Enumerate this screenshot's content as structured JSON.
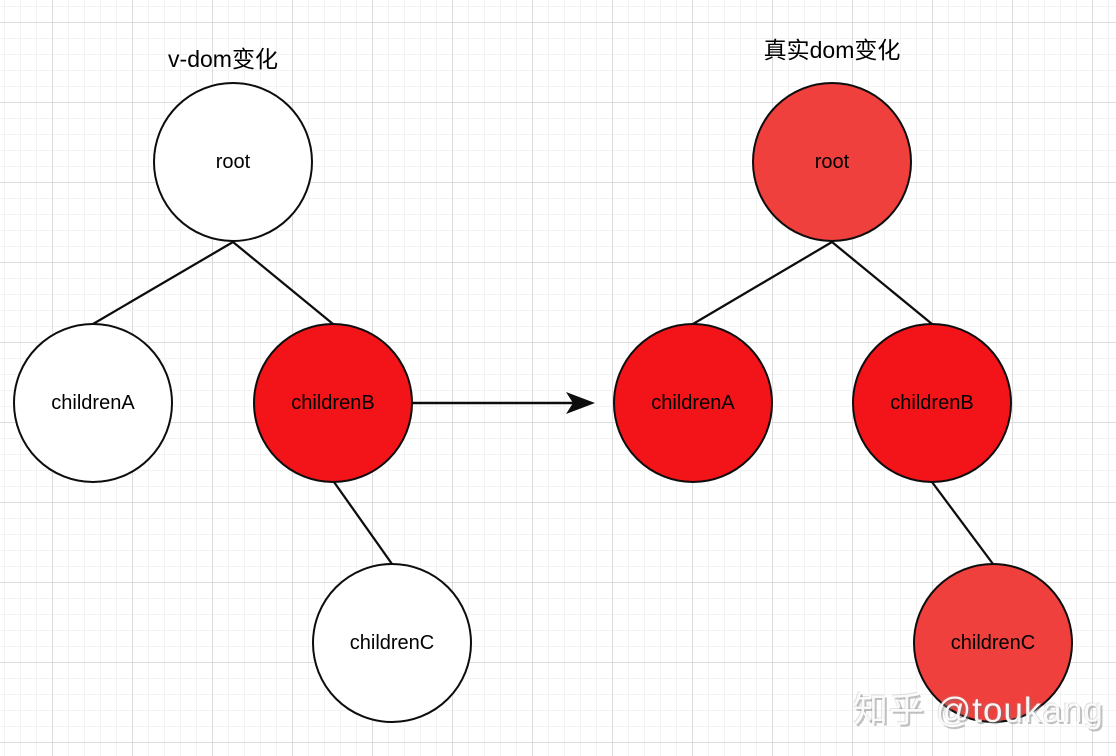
{
  "diagram": {
    "left_tree": {
      "title": "v-dom变化",
      "nodes": {
        "root": {
          "label": "root",
          "state": "unchanged"
        },
        "childrenA": {
          "label": "childrenA",
          "state": "unchanged"
        },
        "childrenB": {
          "label": "childrenB",
          "state": "changed"
        },
        "childrenC": {
          "label": "childrenC",
          "state": "unchanged"
        }
      }
    },
    "right_tree": {
      "title": "真实dom变化",
      "nodes": {
        "root": {
          "label": "root",
          "state": "re-rendered-soft"
        },
        "childrenA": {
          "label": "childrenA",
          "state": "re-rendered"
        },
        "childrenB": {
          "label": "childrenB",
          "state": "re-rendered"
        },
        "childrenC": {
          "label": "childrenC",
          "state": "re-rendered-soft"
        }
      }
    },
    "colors": {
      "white": "#ffffff",
      "red": "#f21419",
      "soft_red": "#ef403d",
      "stroke": "#0d0d0d"
    }
  },
  "watermark": {
    "text": "知乎 @toukang"
  }
}
